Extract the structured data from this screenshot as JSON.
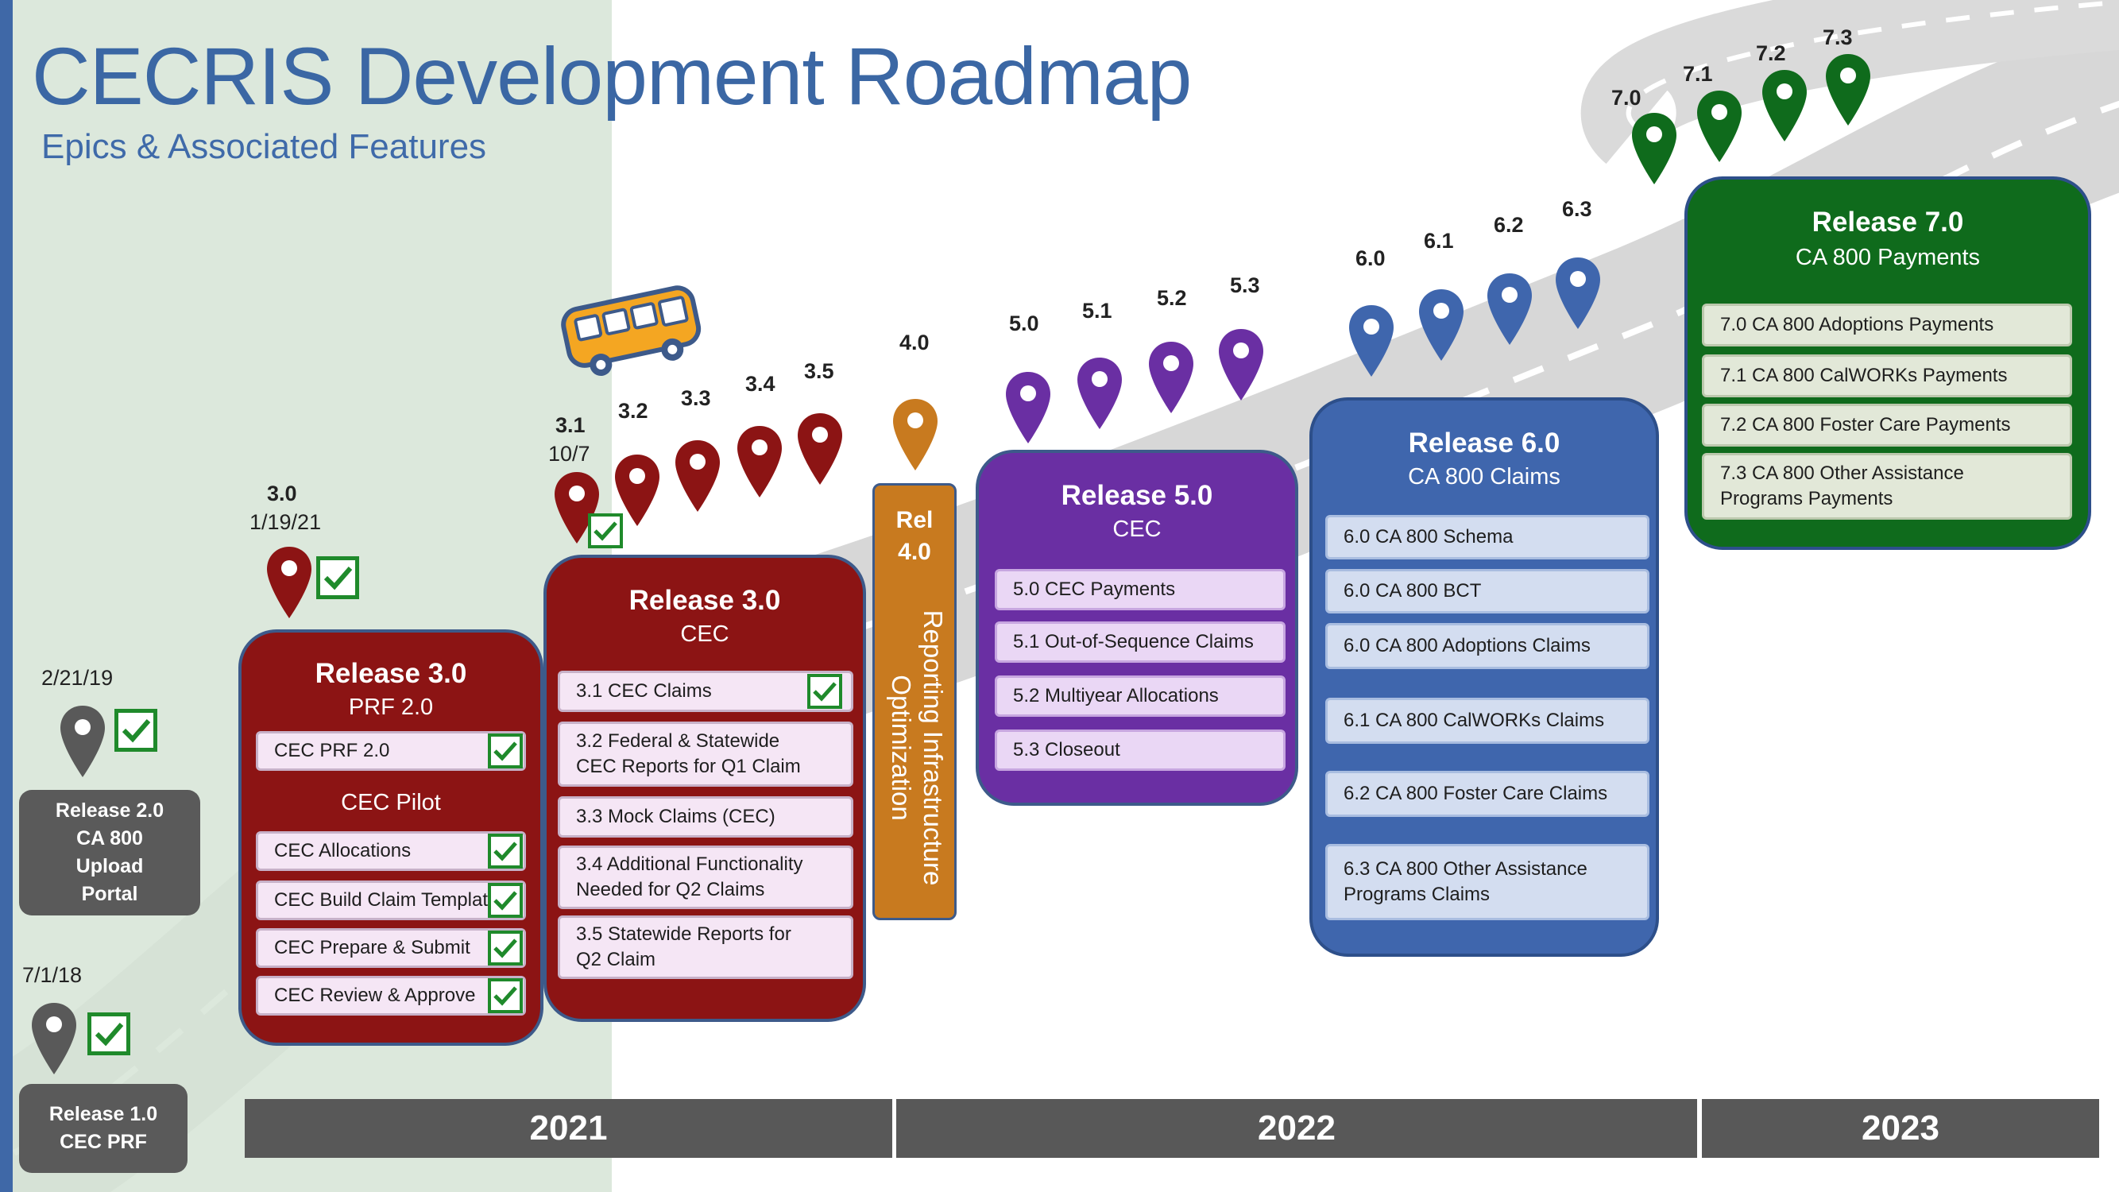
{
  "title": "CECRIS Development Roadmap",
  "subtitle": "Epics & Associated Features",
  "colors": {
    "red": "#8c1414",
    "purple": "#6a2fa3",
    "blue": "#3f66ad",
    "green": "#0f6b1c",
    "orange": "#c87a1f",
    "grey": "#5a5a5a",
    "title": "#3b67a4"
  },
  "milestones": {
    "r1_date": "7/1/18",
    "r2_date": "2/21/19",
    "r3_prf": "3.0",
    "r3_prf_date": "1/19/21",
    "m31": "3.1",
    "m31_date": "10/7",
    "m32": "3.2",
    "m33": "3.3",
    "m34": "3.4",
    "m35": "3.5",
    "m40": "4.0",
    "m50": "5.0",
    "m51": "5.1",
    "m52": "5.2",
    "m53": "5.3",
    "m60": "6.0",
    "m61": "6.1",
    "m62": "6.2",
    "m63": "6.3",
    "m70": "7.0",
    "m71": "7.1",
    "m72": "7.2",
    "m73": "7.3"
  },
  "release1": {
    "label": "Release 1.0\nCEC PRF"
  },
  "release2": {
    "label": "Release 2.0\nCA 800\nUpload\nPortal"
  },
  "release3_prf": {
    "title": "Release 3.0",
    "subtitle": "PRF 2.0",
    "feature_prf": "CEC PRF 2.0",
    "section": "CEC Pilot",
    "features": [
      "CEC Allocations",
      "CEC Build Claim Template",
      "CEC Prepare & Submit",
      "CEC Review & Approve"
    ]
  },
  "release3_cec": {
    "title": "Release 3.0",
    "subtitle": "CEC",
    "features": [
      "3.1 CEC Claims",
      "3.2 Federal & Statewide\nCEC Reports for Q1 Claim",
      "3.3 Mock Claims (CEC)",
      "3.4 Additional Functionality\nNeeded for Q2 Claims",
      "3.5 Statewide Reports for\nQ2 Claim"
    ]
  },
  "release4": {
    "title": "Rel\n4.0",
    "description": "Reporting Infrastructure\nOptimization"
  },
  "release5": {
    "title": "Release 5.0",
    "subtitle": "CEC",
    "features": [
      "5.0 CEC Payments",
      "5.1 Out-of-Sequence Claims",
      "5.2 Multiyear Allocations",
      "5.3 Closeout"
    ]
  },
  "release6": {
    "title": "Release 6.0",
    "subtitle": "CA 800 Claims",
    "features": [
      "6.0 CA 800 Schema",
      "6.0 CA 800 BCT",
      "6.0 CA 800 Adoptions Claims",
      "6.1 CA 800 CalWORKs Claims",
      "6.2 CA 800 Foster Care Claims",
      "6.3 CA 800 Other Assistance\nPrograms Claims"
    ]
  },
  "release7": {
    "title": "Release 7.0",
    "subtitle": "CA 800 Payments",
    "features": [
      "7.0 CA 800 Adoptions Payments",
      "7.1 CA 800 CalWORKs Payments",
      "7.2 CA 800 Foster Care Payments",
      "7.3 CA 800 Other Assistance\nPrograms Payments"
    ]
  },
  "years": [
    "2021",
    "2022",
    "2023"
  ],
  "icons": {
    "pin": "map-pin-icon",
    "check": "checkmark-icon",
    "bus": "bus-icon"
  }
}
